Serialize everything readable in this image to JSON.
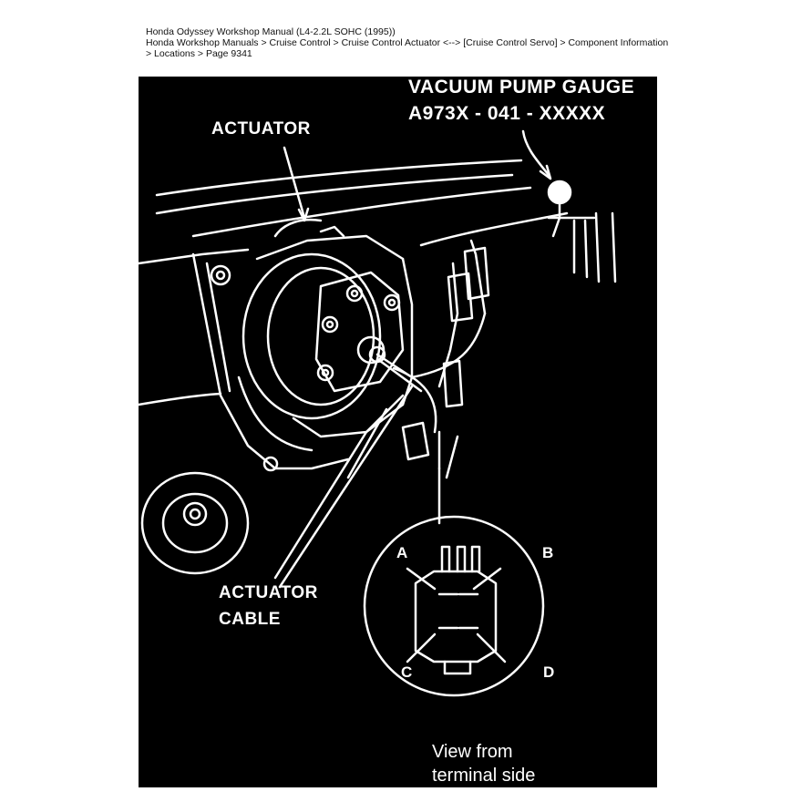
{
  "header": {
    "line1": "Honda Odyssey Workshop Manual (L4-2.2L SOHC (1995))",
    "line2": "Honda Workshop Manuals > Cruise Control > Cruise Control Actuator <--> [Cruise Control Servo] > Component Information",
    "line3": "> Locations > Page 9341"
  },
  "figure": {
    "gauge_label": "VACUUM PUMP GAUGE",
    "gauge_part_number": "A973X - 041 - XXXXX",
    "actuator_label": "ACTUATOR",
    "cable_label_line1": "ACTUATOR",
    "cable_label_line2": "CABLE",
    "pin_a": "A",
    "pin_b": "B",
    "pin_c": "C",
    "pin_d": "D",
    "view_line1": "View from",
    "view_line2": "terminal side"
  },
  "colors": {
    "background": "#000000",
    "ink": "#ffffff",
    "page": "#ffffff"
  }
}
